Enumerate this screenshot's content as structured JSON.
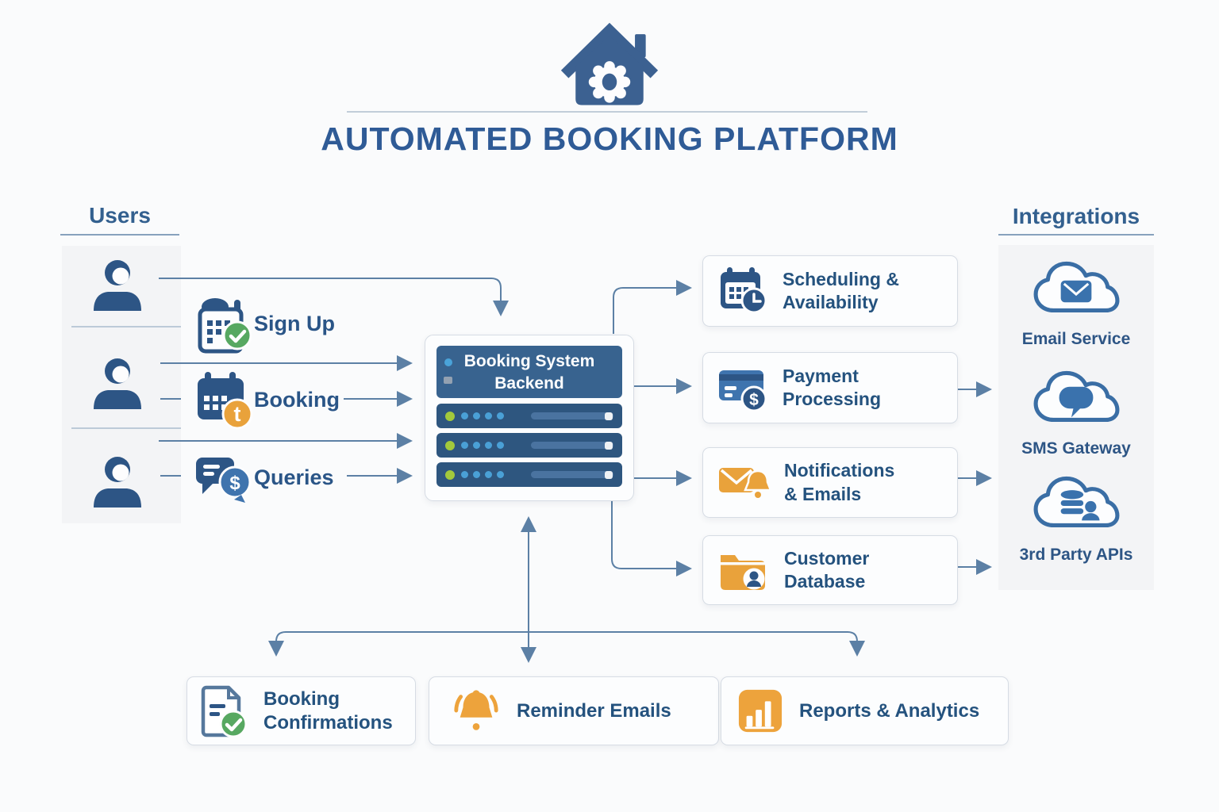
{
  "header": {
    "title": "AUTOMATED BOOKING PLATFORM",
    "icon": "house-gear-icon"
  },
  "users": {
    "title": "Users",
    "avatar_count": 3,
    "actions": [
      {
        "label": "Sign Up",
        "icon": "calendar-signup-icon",
        "badge_color": "#57a861"
      },
      {
        "label": "Booking",
        "icon": "calendar-booking-icon",
        "badge_color": "#e9a23b"
      },
      {
        "label": "Queries",
        "icon": "chat-dollar-icon",
        "badge_color": "#3f74ae"
      }
    ]
  },
  "backend": {
    "title_line1": "Booking System",
    "title_line2": "Backend",
    "server_rows": 3
  },
  "services": [
    {
      "line1": "Scheduling &",
      "line2": "Availability",
      "icon": "calendar-clock-icon"
    },
    {
      "line1": "Payment",
      "line2": "Processing",
      "icon": "credit-card-dollar-icon"
    },
    {
      "line1": "Notifications",
      "line2": "& Emails",
      "icon": "mail-bell-icon"
    },
    {
      "line1": "Customer",
      "line2": "Database",
      "icon": "folder-user-icon"
    }
  ],
  "integrations": {
    "title": "Integrations",
    "items": [
      {
        "label": "Email Service",
        "icon": "cloud-mail-icon"
      },
      {
        "label": "SMS Gateway",
        "icon": "cloud-sms-icon"
      },
      {
        "label": "3rd Party APIs",
        "icon": "cloud-api-icon"
      }
    ]
  },
  "outputs": [
    {
      "line1": "Booking",
      "line2": "Confirmations",
      "icon": "document-check-icon"
    },
    {
      "line1": "Reminder Emails",
      "line2": "",
      "icon": "bell-icon"
    },
    {
      "line1": "Reports & Analytics",
      "line2": "",
      "icon": "bar-chart-icon"
    }
  ],
  "glyphs": {
    "dollar": "$",
    "booking_t": "t"
  },
  "colors": {
    "primary_blue": "#2d5585",
    "title_blue": "#2f5b96",
    "light_blue": "#4aa3d9",
    "orange": "#e9a23b",
    "green": "#57a861",
    "green_dot": "#a2c93c",
    "server_header": "#38638f",
    "server_row": "#2e567f",
    "connector": "#5c80a5",
    "panel_gray": "#f3f4f6",
    "box_bg": "#fcfdfe",
    "box_border": "#d6dce4",
    "label_text": "#24527e"
  }
}
